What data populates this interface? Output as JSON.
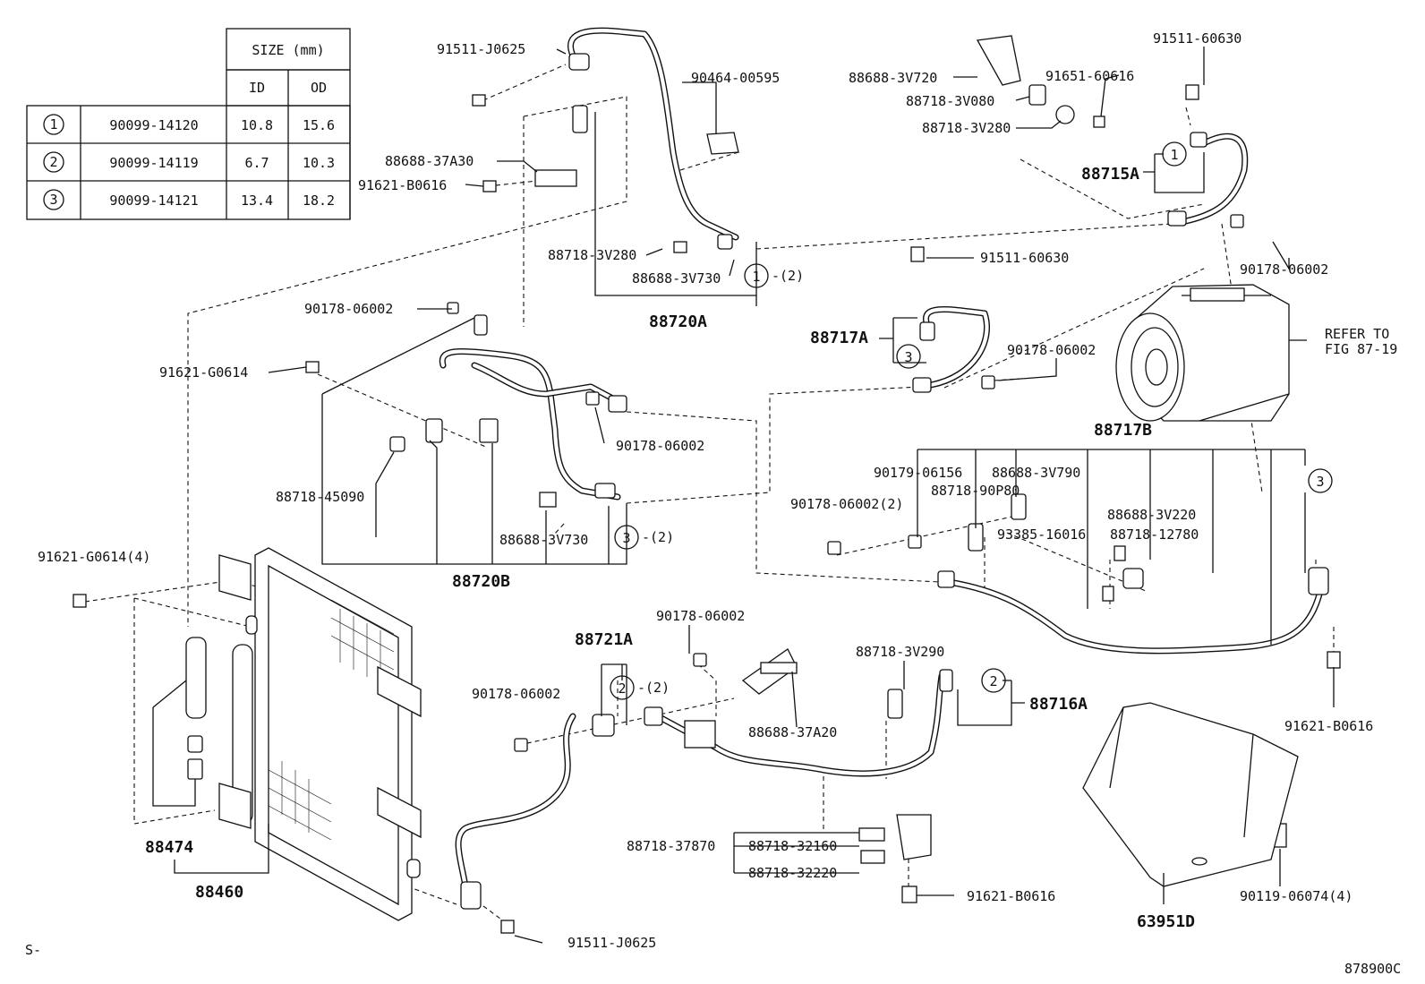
{
  "size_table": {
    "header": "SIZE (mm)",
    "col_id": "ID",
    "col_od": "OD",
    "rows": [
      {
        "mark": "1",
        "part": "90099-14120",
        "id": "10.8",
        "od": "15.6"
      },
      {
        "mark": "2",
        "part": "90099-14119",
        "id": "6.7",
        "od": "10.3"
      },
      {
        "mark": "3",
        "part": "90099-14121",
        "id": "13.4",
        "od": "18.2"
      }
    ]
  },
  "labels": {
    "l01": "91511-J0625",
    "l02": "90464-00595",
    "l03": "88688-37A30",
    "l04": "91621-B0616",
    "l05": "88718-3V280",
    "l06": "88688-3V730",
    "l07": "88720A",
    "l08": "-(2)",
    "l09": "88688-3V720",
    "l10": "88718-3V080",
    "l11": "88718-3V280",
    "l12": "91651-60616",
    "l13": "91511-60630",
    "l14": "88715A",
    "l15": "90178-06002",
    "l16": "91511-60630",
    "l17": "88717A",
    "l18": "90178-06002",
    "l19": "REFER TO",
    "l20": "FIG 87-19",
    "l21": "90178-06002",
    "l22": "91621-G0614",
    "l23": "90178-06002",
    "l24": "88718-45090",
    "l25": "88688-3V730",
    "l26": "-(2)",
    "l27": "88720B",
    "l28": "88717B",
    "l29": "90179-06156",
    "l30": "88688-3V790",
    "l31": "88718-90P80",
    "l32": "90178-06002(2)",
    "l33": "88688-3V220",
    "l34": "93385-16016",
    "l35": "88718-12780",
    "l36": "91621-G0614(4)",
    "l37": "90178-06002",
    "l38": "88721A",
    "l39": "-(2)",
    "l40": "90178-06002",
    "l41": "88718-3V290",
    "l42": "88716A",
    "l43": "88688-37A20",
    "l44": "91621-B0616",
    "l45": "88474",
    "l46": "88460",
    "l47": "88718-37870",
    "l48": "88718-32160",
    "l49": "88718-32220",
    "l50": "91621-B0616",
    "l51": "90119-06074(4)",
    "l52": "63951D",
    "l53": "91511-J0625",
    "l54": "S-",
    "l55": "878900C"
  },
  "callout_marks": {
    "c1": "1",
    "c2": "1",
    "c3": "3",
    "c4": "3",
    "c5": "3",
    "c6": "2",
    "c7": "2"
  }
}
